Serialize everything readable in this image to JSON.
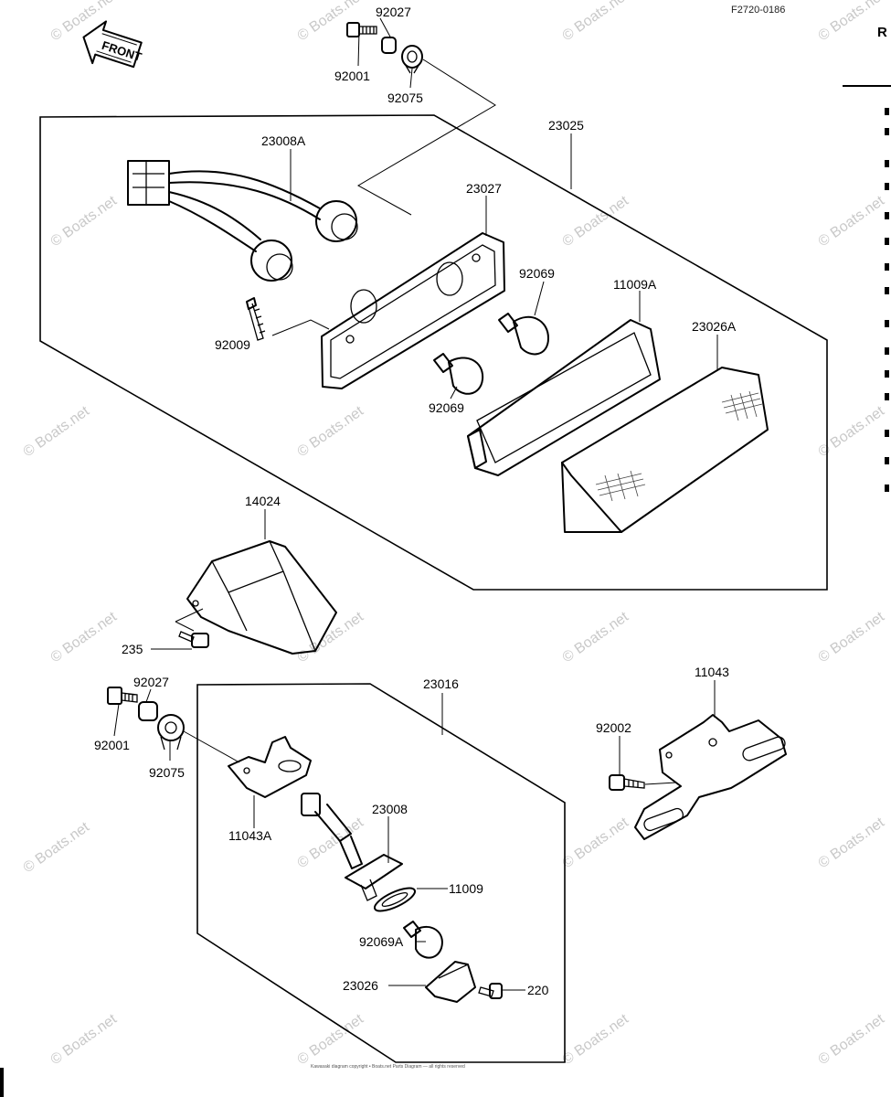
{
  "diagram": {
    "ref_code": "F2720-0186",
    "front_label": "FRONT",
    "edge_text": "R N",
    "copyright": "Kawasaki diagram copyright • Boats.net Parts Diagram — all rights reserved",
    "watermark": "© Boats.net",
    "parts": [
      {
        "label": "92027"
      },
      {
        "label": "92001"
      },
      {
        "label": "92075"
      },
      {
        "label": "23025"
      },
      {
        "label": "23008A"
      },
      {
        "label": "23027"
      },
      {
        "label": "92069"
      },
      {
        "label": "11009A"
      },
      {
        "label": "92009"
      },
      {
        "label": "23026A"
      },
      {
        "label": "92069"
      },
      {
        "label": "14024"
      },
      {
        "label": "235"
      },
      {
        "label": "92027"
      },
      {
        "label": "23016"
      },
      {
        "label": "11043"
      },
      {
        "label": "92001"
      },
      {
        "label": "92002"
      },
      {
        "label": "92075"
      },
      {
        "label": "11043A"
      },
      {
        "label": "23008"
      },
      {
        "label": "11009"
      },
      {
        "label": "92069A"
      },
      {
        "label": "23026"
      },
      {
        "label": "220"
      }
    ]
  }
}
